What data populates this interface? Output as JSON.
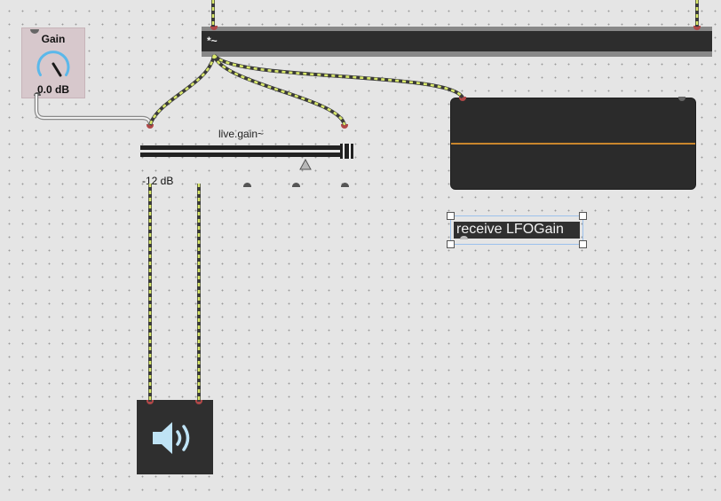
{
  "colors": {
    "patch_cord": "#d9e86a",
    "inlet": "#b04848",
    "scope_trace": "#c9862d",
    "dial_arc": "#5bb8ea",
    "selection": "#9cc1ec"
  },
  "gain_dial": {
    "title": "Gain",
    "value": "0.0 dB",
    "level": 1.0
  },
  "multiply_object": {
    "label": "*~"
  },
  "live_gain": {
    "label": "live.gain~",
    "value": "-12 dB"
  },
  "receive_object": {
    "label": "receive LFOGain"
  },
  "scope": {
    "trace_level": 0.5
  },
  "speaker": {
    "icon": "speaker-icon"
  }
}
